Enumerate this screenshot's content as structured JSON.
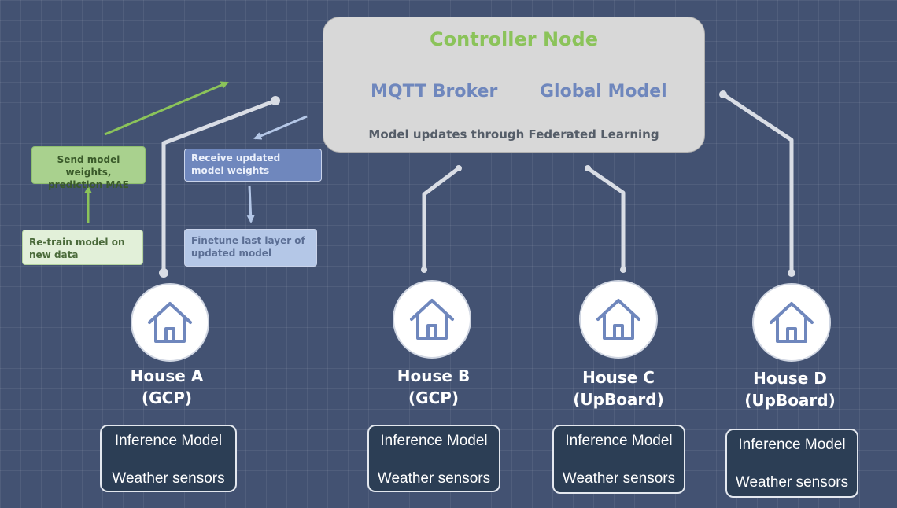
{
  "controller": {
    "title": "Controller Node",
    "mqtt": "MQTT Broker",
    "global_model": "Global Model",
    "subtitle": "Model updates through Federated Learning"
  },
  "notes": {
    "send": "Send model weights, prediction MAE",
    "retrain": "Re-train model on new data",
    "receive": "Receive updated model weights",
    "finetune": "Finetune last layer of updated model"
  },
  "houses": [
    {
      "name": "House A",
      "platform": "(GCP)",
      "inference": "Inference Model",
      "sensors": "Weather sensors"
    },
    {
      "name": "House B",
      "platform": "(GCP)",
      "inference": "Inference Model",
      "sensors": "Weather sensors"
    },
    {
      "name": "House C",
      "platform": "(UpBoard)",
      "inference": "Inference Model",
      "sensors": "Weather sensors"
    },
    {
      "name": "House D",
      "platform": "(UpBoard)",
      "inference": "Inference Model",
      "sensors": "Weather sensors"
    }
  ],
  "colors": {
    "background": "#435272",
    "controller_fill": "#d8d8d8",
    "title_green": "#8bc35a",
    "label_blue": "#6f87bd",
    "connector": "#d9dde5",
    "arrow_green": "#8bc35a",
    "arrow_blue": "#b4c7e7",
    "info_fill": "#2c3e55"
  },
  "icons": {
    "house": "house-icon"
  }
}
